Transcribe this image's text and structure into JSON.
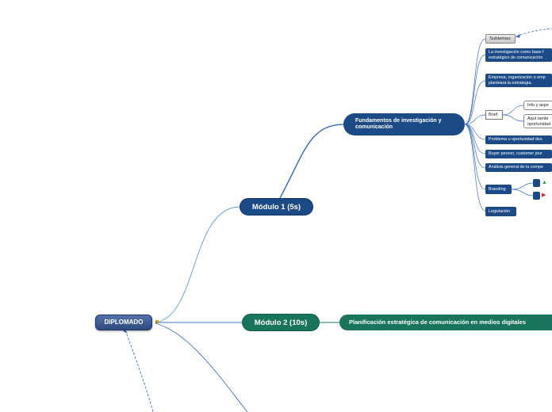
{
  "root": {
    "label": "DIPLOMADO"
  },
  "modules": [
    {
      "label": "Módulo 1 (5s)"
    },
    {
      "label": "Módulo 2 (10s)"
    }
  ],
  "topics": {
    "fundamentos": "Fundamentos de investigación y comunicación",
    "planificacion": "Planificación estratégica de comunicación en medios digitales"
  },
  "subtopics": {
    "subtemas": "Subtemas:",
    "investigacion": "La investigación como base f estratégico de comunicación",
    "empresa": "Empresa, organización o emp planteará  la estrategia.",
    "brief": "Brief",
    "brief_info": "Info y aspe",
    "brief_aqui": "Aquí tambi oportunidad",
    "problema": "Problema u oportunidad des",
    "buyer": "Buyer person, customer jour",
    "analisis": "Análisis general de la compe",
    "branding": "Branding",
    "legislacion": "Legislación"
  },
  "icons": {
    "drive": "google-drive-icon",
    "youtube": "youtube-icon"
  },
  "colors": {
    "module1": "#1b4a87",
    "module2": "#19745c",
    "root": "#3b5a94",
    "link_blue": "#3a7cc8"
  }
}
